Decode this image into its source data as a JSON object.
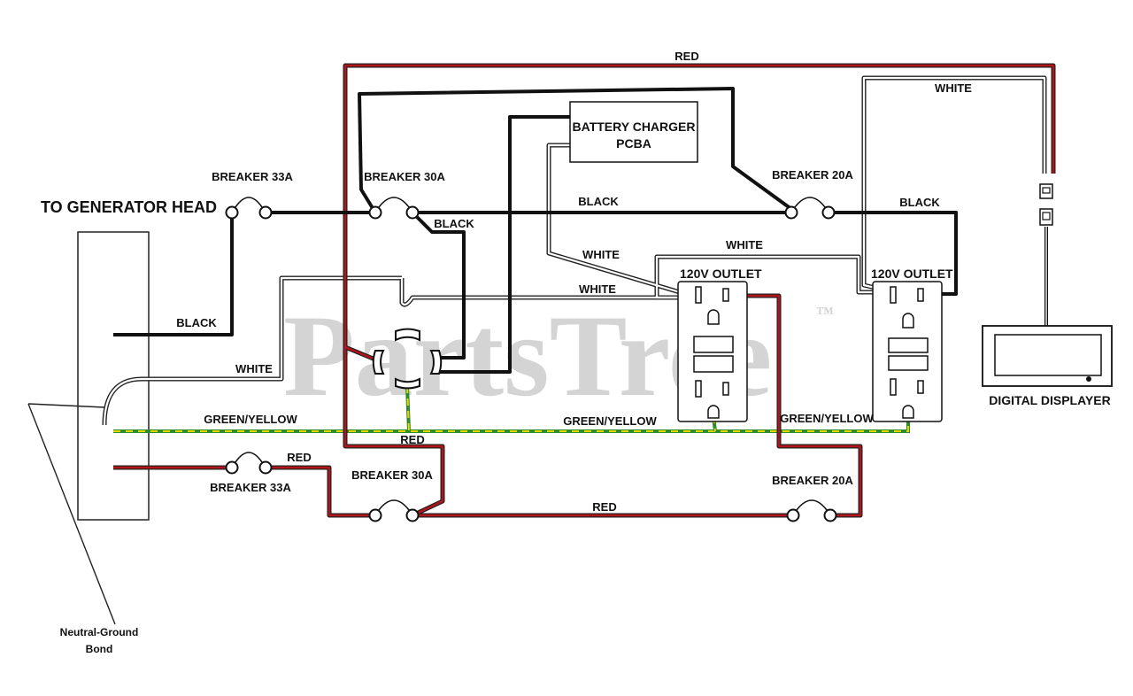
{
  "watermark": {
    "text": "PartsTree",
    "tm": "™"
  },
  "labels": {
    "to_generator_head": "TO GENERATOR HEAD",
    "neutral_ground_1": "Neutral-Ground",
    "neutral_ground_2": "Bond",
    "breaker_33a_top": "BREAKER 33A",
    "breaker_30a_top": "BREAKER 30A",
    "breaker_20a_top": "BREAKER 20A",
    "breaker_33a_bottom": "BREAKER 33A",
    "breaker_30a_bottom": "BREAKER 30A",
    "breaker_20a_bottom": "BREAKER 20A",
    "battery_charger_1": "BATTERY CHARGER",
    "battery_charger_2": "PCBA",
    "outlet_1": "120V OUTLET",
    "outlet_2": "120V OUTLET",
    "digital_displayer": "DIGITAL DISPLAYER",
    "wire_red_top": "RED",
    "wire_white_right": "WHITE",
    "wire_black_gen": "BLACK",
    "wire_white_gen": "WHITE",
    "wire_gy_left": "GREEN/YELLOW",
    "wire_red_left": "RED",
    "wire_black_mid": "BLACK",
    "wire_black_top": "BLACK",
    "wire_black_right": "BLACK",
    "wire_white_charger": "WHITE",
    "wire_white_outlet": "WHITE",
    "wire_white_top": "WHITE",
    "wire_gy_mid": "GREEN/YELLOW",
    "wire_gy_right": "GREEN/YELLOW",
    "wire_red_mid": "RED",
    "wire_red_bottom": "RED"
  },
  "colors": {
    "black_wire": "#111111",
    "red_wire": "#b3141c",
    "white_wire": "#ffffff",
    "green_wire": "#2e8b2e",
    "yellow_wire": "#e8d400",
    "outline": "#222222",
    "watermark": "#d4d4d4"
  }
}
